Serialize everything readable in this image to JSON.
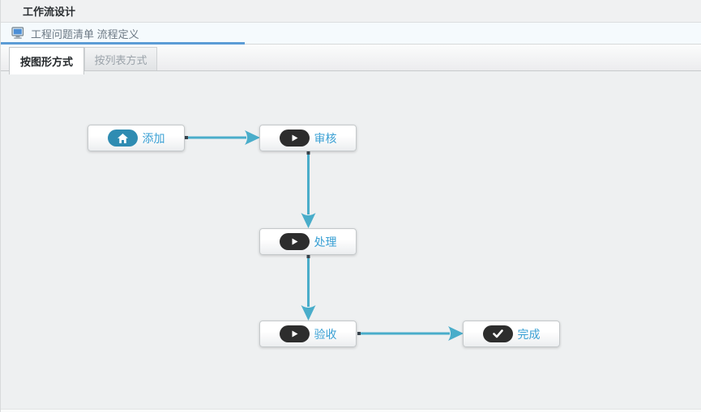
{
  "header": {
    "title": "工作流设计"
  },
  "breadcrumb": {
    "icon": "computer-icon",
    "text": "工程问题清单 流程定义"
  },
  "tabs": [
    {
      "label": "按图形方式",
      "active": true
    },
    {
      "label": "按列表方式",
      "active": false
    }
  ],
  "workflow": {
    "nodes": [
      {
        "id": "add",
        "label": "添加",
        "icon": "home-icon",
        "pill_color": "#2f8cb2"
      },
      {
        "id": "review",
        "label": "审核",
        "icon": "play-icon",
        "pill_color": "#2d2d2d"
      },
      {
        "id": "process",
        "label": "处理",
        "icon": "play-icon",
        "pill_color": "#2d2d2d"
      },
      {
        "id": "accept",
        "label": "验收",
        "icon": "play-icon",
        "pill_color": "#2d2d2d"
      },
      {
        "id": "complete",
        "label": "完成",
        "icon": "check-icon",
        "pill_color": "#2d2d2d"
      }
    ],
    "edges": [
      {
        "from": "添加",
        "to": "审核"
      },
      {
        "from": "审核",
        "to": "处理"
      },
      {
        "from": "处理",
        "to": "验收"
      },
      {
        "from": "验收",
        "to": "完成"
      }
    ],
    "colors": {
      "arrow": "#49adca",
      "node_label": "#3aa0d4",
      "tab_underline": "#5b9cd6"
    }
  }
}
